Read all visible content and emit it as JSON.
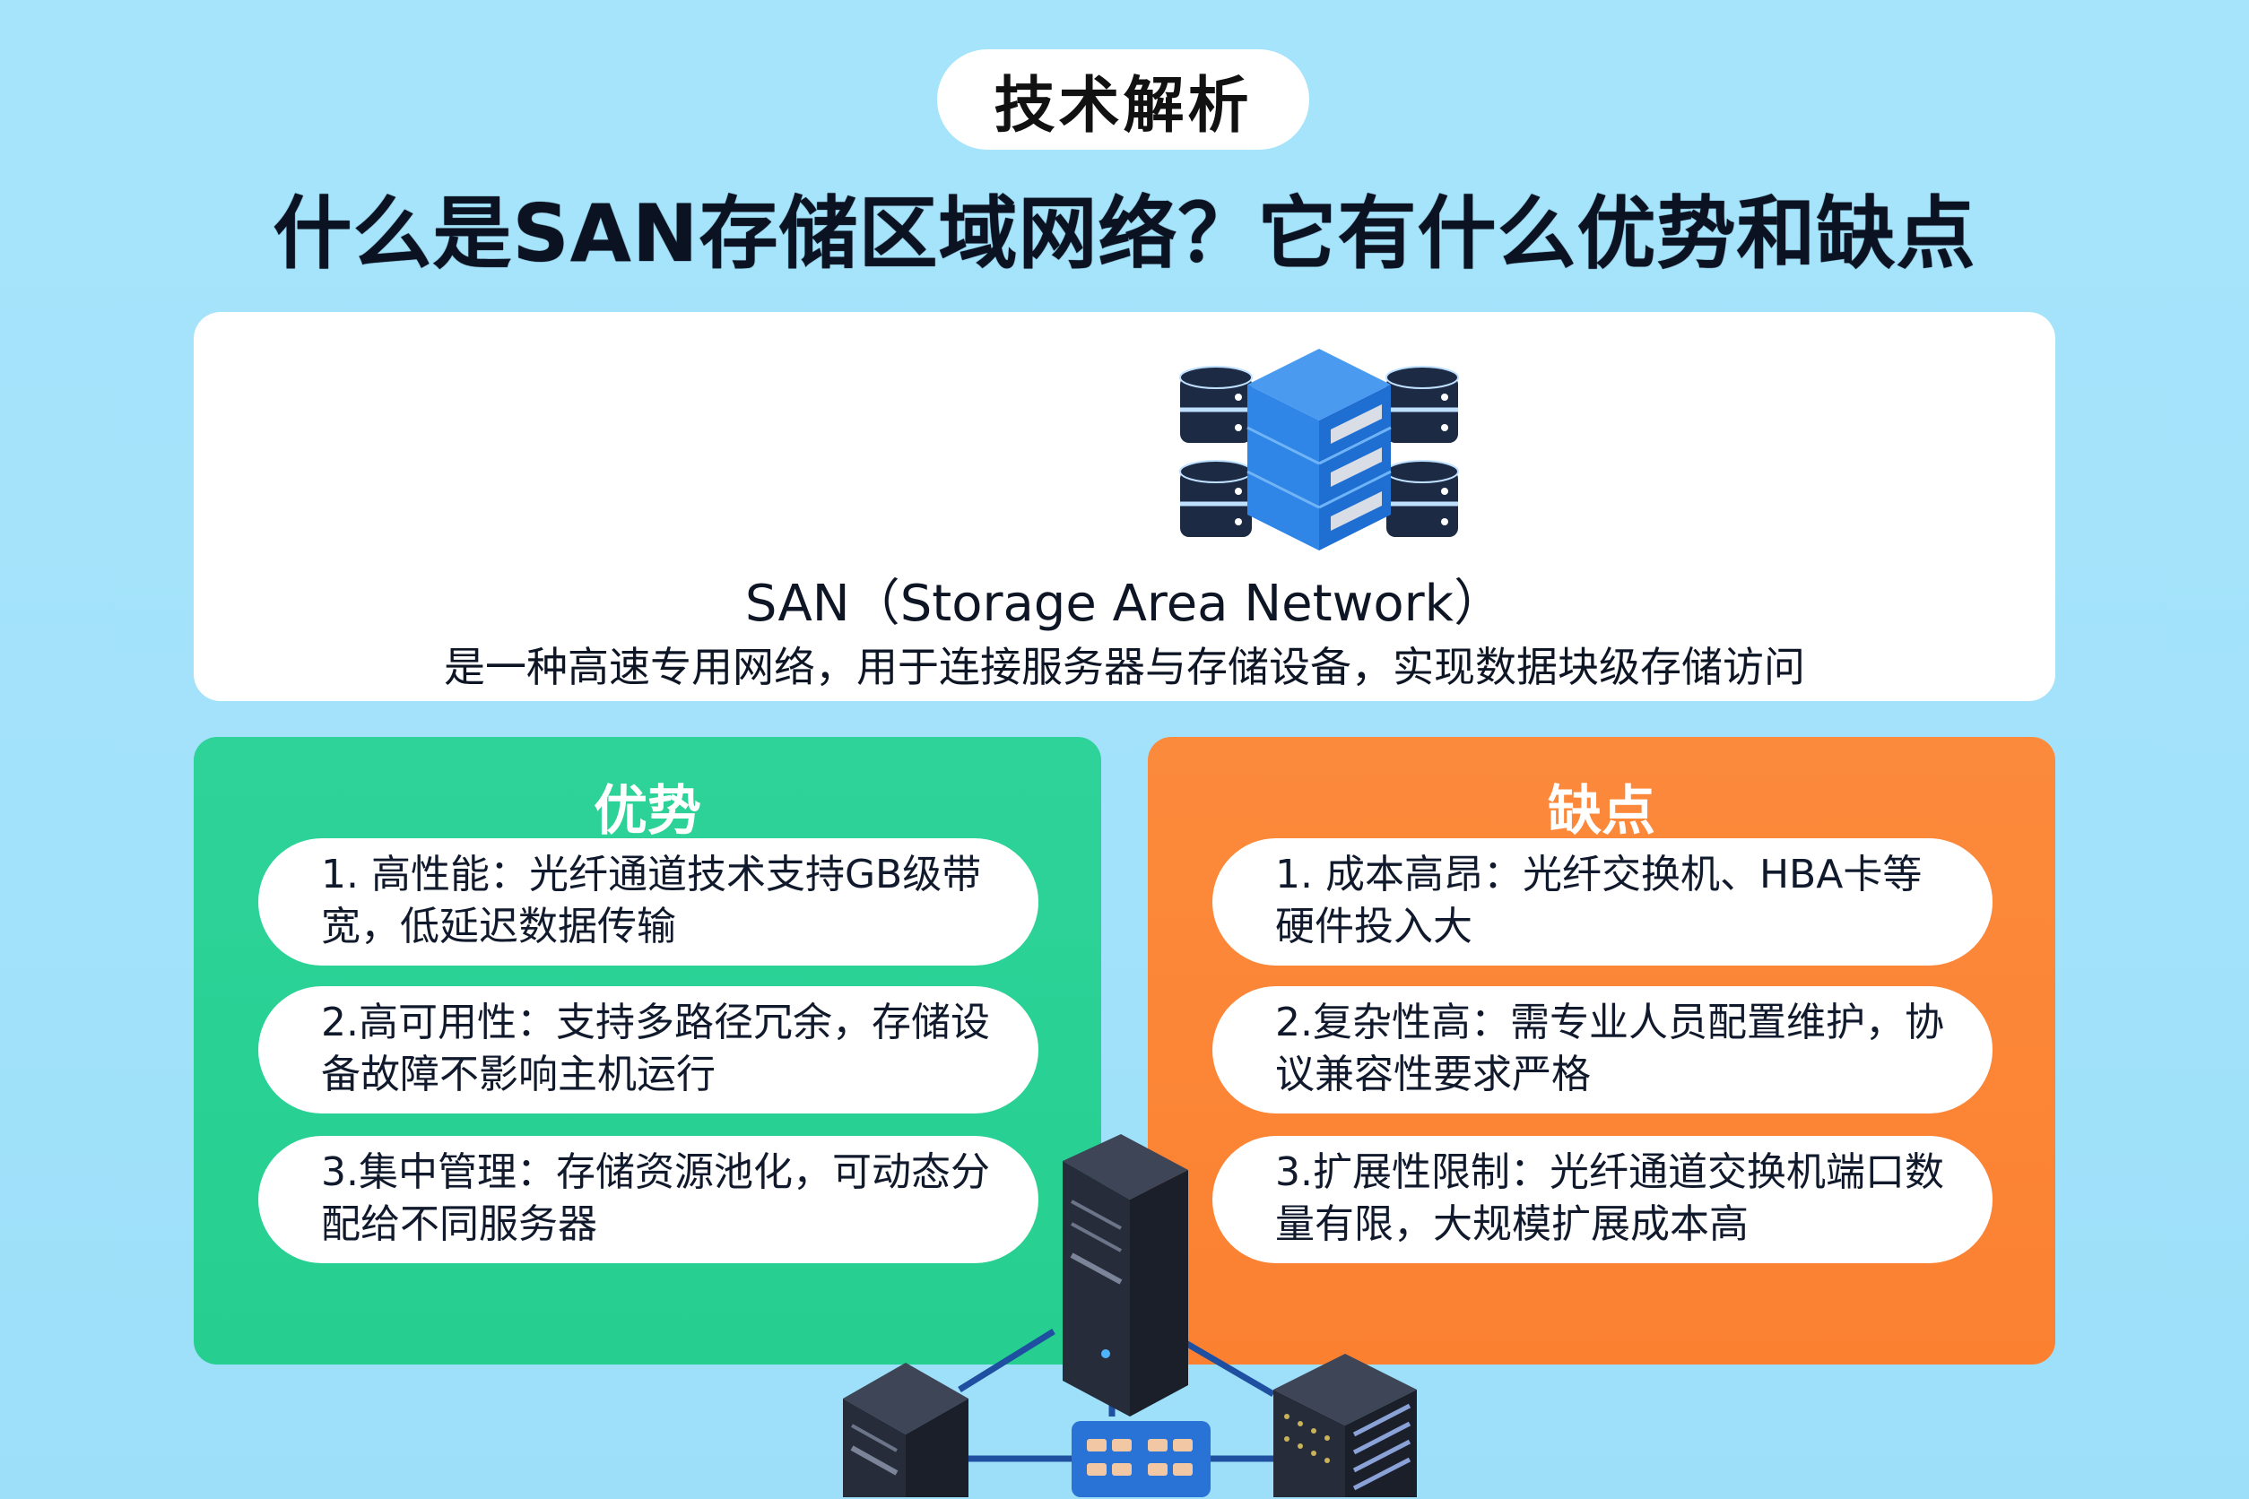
{
  "badge": {
    "label": "技术解析"
  },
  "title": "什么是SAN存储区域网络？它有什么优势和缺点",
  "intro": {
    "name": "SAN（Storage Area Network）",
    "description": "是一种高速专用网络，用于连接服务器与存储设备，实现数据块级存储访问",
    "illustration": "storage-array-with-four-disks-icon"
  },
  "pros": {
    "title": "优势",
    "color": "#28d092",
    "items": [
      {
        "text": "1. 高性能：光纤通道技术支持GB级带宽，低延迟数据传输"
      },
      {
        "text": "2.高可用性：支持多路径冗余，存储设备故障不影响主机运行"
      },
      {
        "text": "3.集中管理：存储资源池化，可动态分配给不同服务器"
      }
    ]
  },
  "cons": {
    "title": "缺点",
    "color": "#fc8434",
    "items": [
      {
        "text": "1. 成本高昂：光纤交换机、HBA卡等硬件投入大"
      },
      {
        "text": "2.复杂性高：需专业人员配置维护，协议兼容性要求严格"
      },
      {
        "text": "3.扩展性限制：光纤通道交换机端口数量有限，大规模扩展成本高"
      }
    ]
  },
  "network_illustration": "servers-connected-to-switch-icon",
  "colors": {
    "background": "#a4e3fa",
    "accent_blue": "#2f86e6",
    "server_dark": "#2a3140"
  }
}
